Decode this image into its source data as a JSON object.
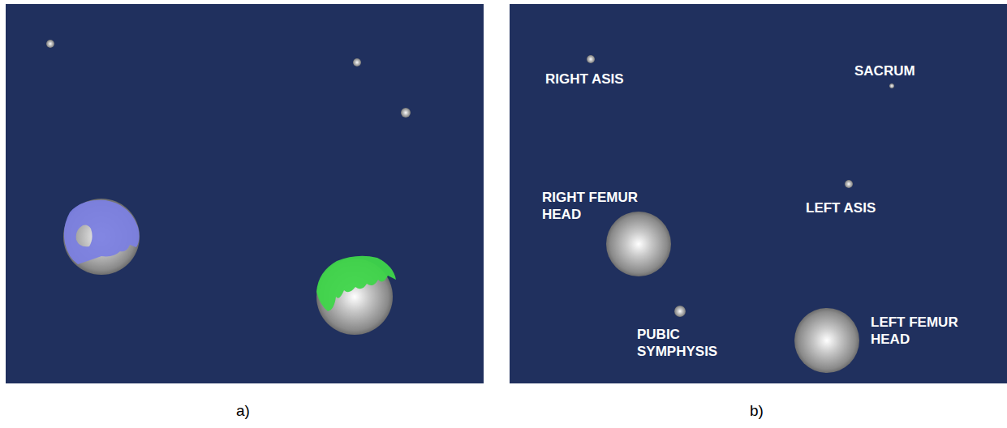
{
  "diagram": {
    "labels": [
      "RIGHT ASIS",
      "SACRUM",
      "RIGHT FEMUR HEAD",
      "LEFT ASIS",
      "PUBIC SYMPHYSIS",
      "LEFT FEMUR HEAD",
      "a)",
      "b)"
    ]
  }
}
